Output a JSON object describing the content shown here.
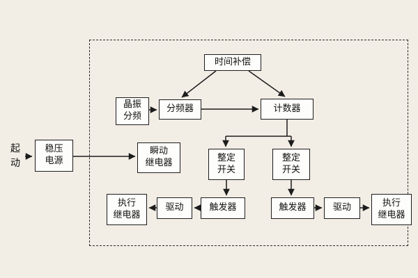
{
  "colors": {
    "background": "#f2ede5",
    "box_fill": "#fdfdfc",
    "line": "#1c1c1c"
  },
  "diagram": {
    "input": {
      "start_line1": "起",
      "start_line2": "动",
      "power_supply_line1": "稳压",
      "power_supply_line2": "电源"
    },
    "timing": {
      "time_compensation": "时间补偿",
      "crystal_divider_line1": "晶振",
      "crystal_divider_line2": "分频",
      "frequency_divider": "分频器",
      "counter": "计数器"
    },
    "instant_relay": {
      "line1": "瞬动",
      "line2": "继电器"
    },
    "left_channel": {
      "setting_switch_line1": "整定",
      "setting_switch_line2": "开关",
      "trigger": "触发器",
      "drive": "驱动",
      "exec_relay_line1": "执行",
      "exec_relay_line2": "继电器"
    },
    "right_channel": {
      "setting_switch_line1": "整定",
      "setting_switch_line2": "开关",
      "trigger": "触发器",
      "drive": "驱动",
      "exec_relay_line1": "执行",
      "exec_relay_line2": "继电器"
    }
  }
}
